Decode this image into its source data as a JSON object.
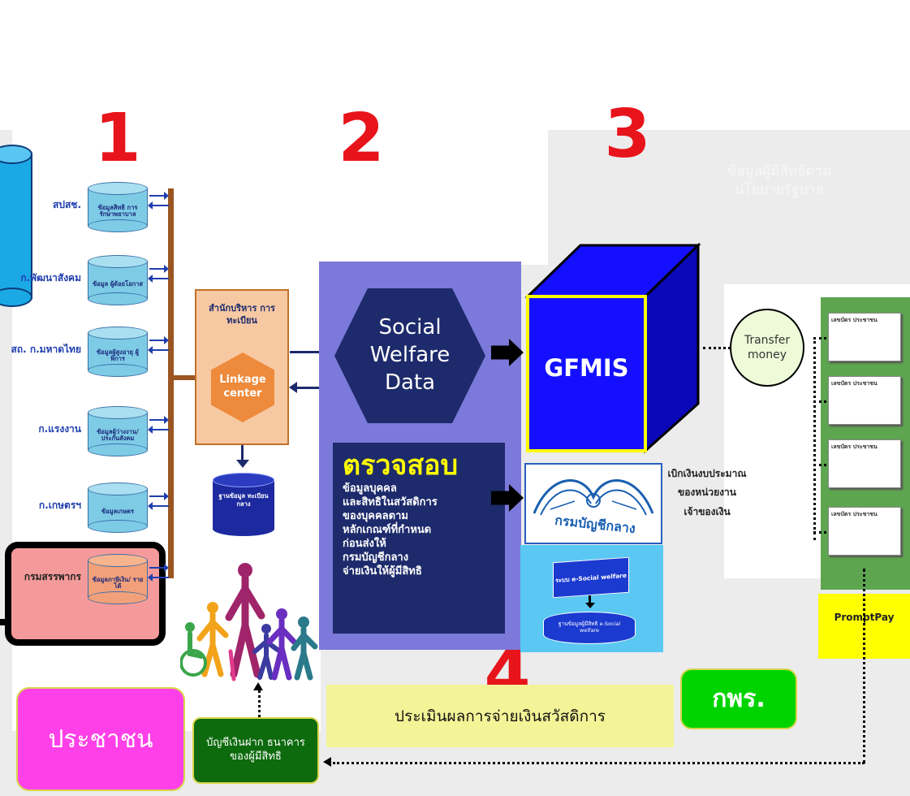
{
  "numbers": [
    "1",
    "2",
    "3",
    "4"
  ],
  "faded_note": "ข้อมูลผู้มีสิทธิตาม\nนโยบายรัฐบาล",
  "agencies": [
    {
      "label": "สปสช.",
      "db": "ข้อมูลสิทธิ การรักษาพยาบาล"
    },
    {
      "label": "ก.พัฒนาสังคม",
      "db": "ข้อมูล ผู้ด้อยโอกาส"
    },
    {
      "label": "สถ. ก.มหาดไทย",
      "db": "ข้อมูลผู้สูงอายุ ผู้พิการ"
    },
    {
      "label": "ก.แรงงาน",
      "db": "ข้อมูลผู้ว่างงาน/ ประกันสังคม"
    },
    {
      "label": "ก.เกษตรฯ",
      "db": "ข้อมูลเกษตร"
    },
    {
      "label": "กรมสรรพากร",
      "db": "ข้อมูลภาษีเงิน/ รายได้"
    }
  ],
  "registry": {
    "title": "สำนักบริหาร การทะเบียน",
    "hub": "Linkage center",
    "db": "ฐานข้อมูล ทะเบียนกลาง"
  },
  "social": {
    "title": "Social Welfare Data"
  },
  "verify": {
    "heading": "ตรวจสอบ",
    "lines": [
      "ข้อมูลบุคคล",
      "และสิทธิในสวัสดิการ",
      "ของบุคคลตาม",
      "หลักเกณฑ์ที่กำหนด",
      "ก่อนส่งให้",
      "กรมบัญชีกลาง",
      "จ่ายเงินให้ผู้มีสิทธิ"
    ]
  },
  "gfmis": {
    "label": "GFMIS"
  },
  "cgd": {
    "logo_text": "กรมบัญชีกลาง",
    "system": "ระบบ e-Social welfare",
    "db": "ฐานข้อมูลผู้มีสิทธิ e-Social welfare"
  },
  "budget_note": "เบิกเงินงบประมาณ ของหน่วยงาน เจ้าของเงิน",
  "transfer": {
    "label": "Transfer money"
  },
  "cards": [
    "เลขบัตร ประชาชน",
    "เลขบัตร ประชาชน",
    "เลขบัตร ประชาชน",
    "เลขบัตร ประชาชน"
  ],
  "promptpay": "PromptPay",
  "evaluation": "ประเมินผลการจ่ายเงินสวัสดิการ",
  "kpr": "กพร.",
  "people": "ประชาชน",
  "bank_account": "บัญชีเงินฝาก ธนาคารของผู้มีสิทธิ",
  "colors": {
    "red_numbers": "#e8141b",
    "left_cyan": "#1ba9e6",
    "registry_orange": "#f7c9a3",
    "hub_orange": "#ee8a3b",
    "purple_panel": "#7b79d9",
    "navy": "#1d2a6b",
    "verify_yellow": "#ffff00",
    "gfmis_blue": "#1410ff",
    "green_panel": "#5ea550",
    "green_kpr": "#00d400",
    "magenta_people": "#ff40e8",
    "dark_green_bank": "#0d6a0d",
    "yellow_promptpay": "#ffff00",
    "eval_yellow": "#f3f397"
  }
}
